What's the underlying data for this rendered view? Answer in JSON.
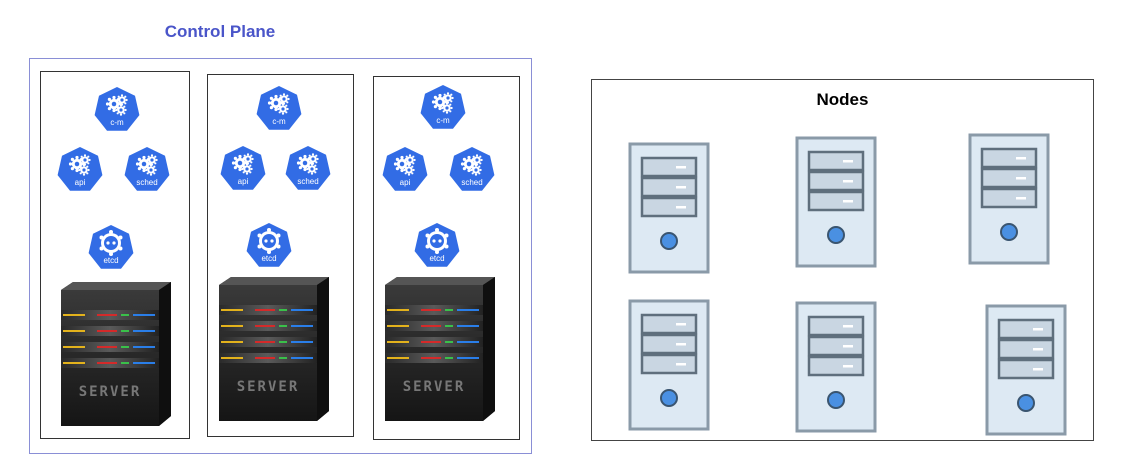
{
  "control_plane": {
    "title": "Control Plane",
    "columns": [
      {
        "components": [
          "c-m",
          "api",
          "sched",
          "etcd"
        ],
        "server_label": "SERVER"
      },
      {
        "components": [
          "c-m",
          "api",
          "sched",
          "etcd"
        ],
        "server_label": "SERVER"
      },
      {
        "components": [
          "c-m",
          "api",
          "sched",
          "etcd"
        ],
        "server_label": "SERVER"
      }
    ]
  },
  "nodes": {
    "title": "Nodes",
    "count": 6
  },
  "colors": {
    "title_blue": "#4a55c9",
    "k8s_blue": "#326ce5",
    "node_fill": "#dde9f3",
    "node_stroke": "#8a9aa8",
    "node_button": "#4a90e2"
  }
}
